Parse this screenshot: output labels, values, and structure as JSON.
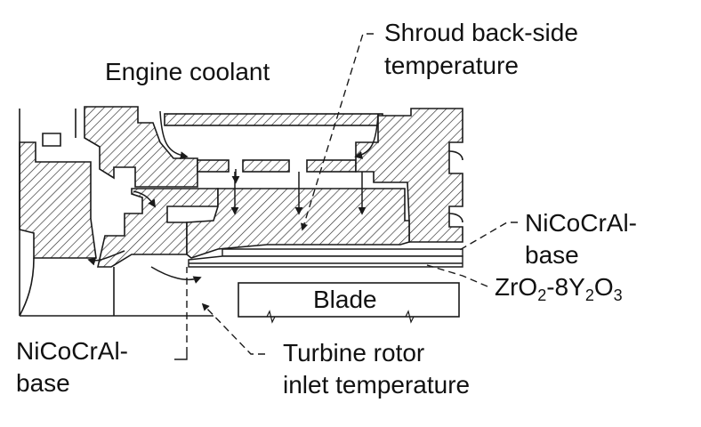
{
  "labels": {
    "engine_coolant": "Engine coolant",
    "shroud_line1": "Shroud back-side",
    "shroud_line2": "temperature",
    "nicocral_right_line1": "NiCoCrAl-",
    "nicocral_right_line2": "base",
    "zro2": {
      "p1": "ZrO",
      "s1": "2",
      "p2": "-8Y",
      "s2": "2",
      "p3": "O",
      "s3": "3"
    },
    "blade": "Blade",
    "nicocral_left_line1": "NiCoCrAl-",
    "nicocral_left_line2": "base",
    "turbine_line1": "Turbine rotor",
    "turbine_line2": "inlet temperature"
  },
  "colors": {
    "line": "#1a1a1a",
    "hatch": "#2a2a2a",
    "background": "#ffffff"
  }
}
